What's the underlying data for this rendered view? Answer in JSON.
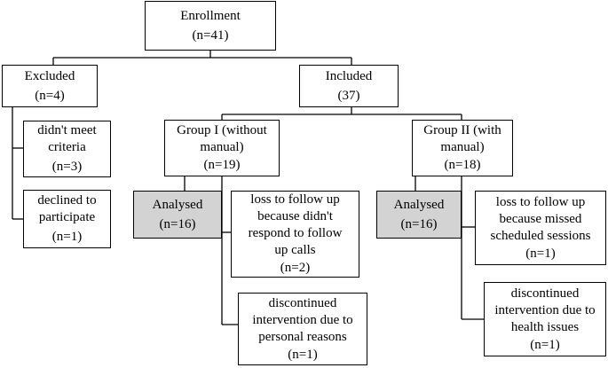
{
  "diagram": {
    "enrollment": {
      "title": "Enrollment",
      "count": "(n=41)"
    },
    "excluded": {
      "title": "Excluded",
      "count": "(n=4)"
    },
    "excluded_criteria": {
      "lines": [
        "didn't meet",
        "criteria"
      ],
      "count": "(n=3)"
    },
    "excluded_declined": {
      "lines": [
        "declined to",
        "participate"
      ],
      "count": "(n=1)"
    },
    "included": {
      "title": "Included",
      "count": "(37)"
    },
    "group1": {
      "lines": [
        "Group I (without",
        "manual)"
      ],
      "count": "(n=19)"
    },
    "group1_analysed": {
      "title": "Analysed",
      "count": "(n=16)"
    },
    "group1_lost": {
      "lines": [
        "loss to follow up",
        "because didn't",
        "respond to follow",
        "up calls"
      ],
      "count": "(n=2)"
    },
    "group1_discontinued": {
      "lines": [
        "discontinued",
        "intervention due to",
        "personal reasons"
      ],
      "count": "(n=1)"
    },
    "group2": {
      "lines": [
        "Group II (with",
        "manual)"
      ],
      "count": "(n=18)"
    },
    "group2_analysed": {
      "title": "Analysed",
      "count": "(n=16)"
    },
    "group2_lost": {
      "lines": [
        "loss to follow up",
        "because missed",
        "scheduled sessions"
      ],
      "count": "(n=1)"
    },
    "group2_discontinued": {
      "lines": [
        "discontinued",
        "intervention due to",
        "health issues"
      ],
      "count": "(n=1)"
    }
  }
}
